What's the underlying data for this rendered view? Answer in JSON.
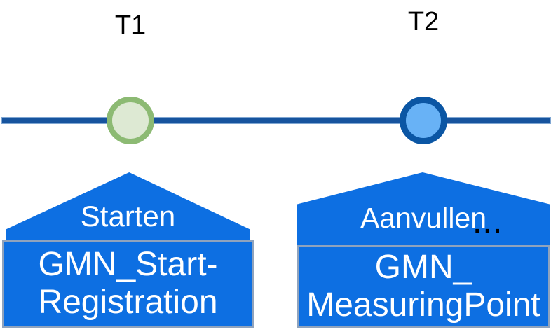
{
  "diagram_type": "timeline-with-event-callouts",
  "markers": [
    {
      "label": "T1",
      "shape": "circle",
      "ring_color": "#8CBA73",
      "fill_color": "#DDE9D3"
    },
    {
      "label": "T2",
      "shape": "circle",
      "ring_color": "#0B56A4",
      "fill_color": "#68B2F6"
    }
  ],
  "callouts": [
    {
      "action_label": "Starten",
      "artifact": "GMN_Start-Registration",
      "artifact_line1": "GMN_Start-",
      "artifact_line2": "Registration"
    },
    {
      "action_label": "Aanvullen",
      "overflow_indicator": "...",
      "artifact": "GMN_MeasuringPoint",
      "artifact_line1": "GMN_",
      "artifact_line2": "MeasuringPoint"
    }
  ],
  "colors": {
    "callout_blue": "#0D6FE2",
    "timeline_blue": "#17549E",
    "t1_ring_green": "#8CBA73",
    "t1_fill_green": "#DDE9D3",
    "t2_ring_blue": "#0B56A4",
    "t2_fill_blue": "#68B2F6",
    "box_border_gray": "#8FA3BD",
    "label_black": "#000000",
    "text_white": "#FFFFFF"
  }
}
